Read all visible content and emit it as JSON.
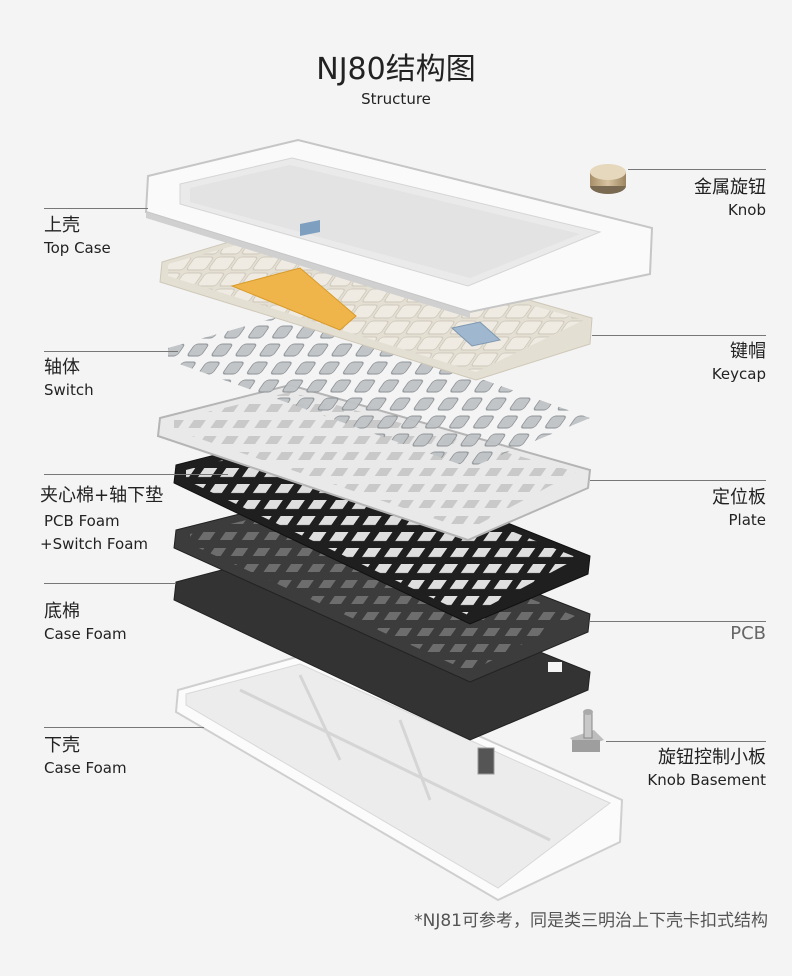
{
  "header": {
    "title": "NJ80结构图",
    "subtitle": "Structure"
  },
  "labels": {
    "top_case": {
      "zh": "上壳",
      "en": "Top Case"
    },
    "switch": {
      "zh": "轴体",
      "en": "Switch"
    },
    "foam": {
      "zh": "夹心棉+轴下垫",
      "en1": "PCB Foam",
      "en2": "+Switch Foam"
    },
    "case_foam": {
      "zh": "底棉",
      "en": "Case Foam"
    },
    "bottom_case": {
      "zh": "下壳",
      "en": "Case Foam"
    },
    "knob": {
      "zh": "金属旋钮",
      "en": "Knob"
    },
    "keycap": {
      "zh": "键帽",
      "en": "Keycap"
    },
    "plate": {
      "zh": "定位板",
      "en": "Plate"
    },
    "pcb": {
      "en": "PCB"
    },
    "knob_basement": {
      "zh": "旋钮控制小板",
      "en": "Knob Basement"
    }
  },
  "footnote": "*NJ81可参考，同是类三明治上下壳卡扣式结构",
  "colors": {
    "background": "#f4f4f4",
    "accent_orange": "#f0b54a",
    "accent_blue": "#9fb7cf",
    "knob_gold": "#c8b08a"
  }
}
